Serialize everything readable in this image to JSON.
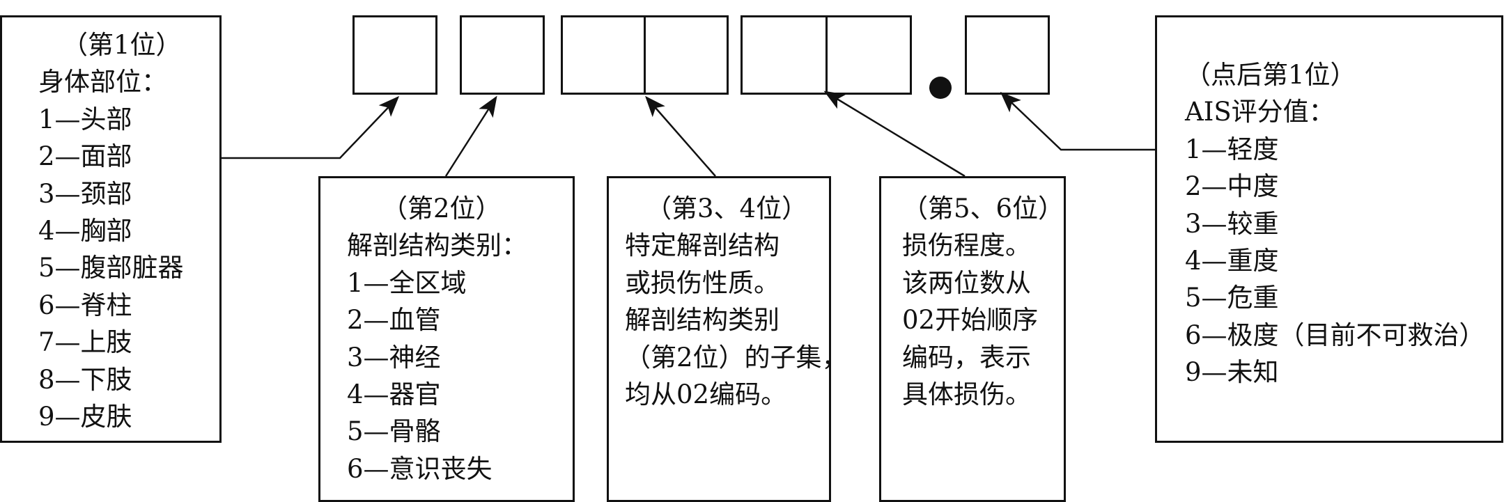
{
  "digits": {
    "pos1": {
      "heading": "（第1位）",
      "title": "身体部位：",
      "items": [
        "1—头部",
        "2—面部",
        "3—颈部",
        "4—胸部",
        "5—腹部脏器",
        "6—脊柱",
        "7—上肢",
        "8—下肢",
        "9—皮肤"
      ]
    },
    "pos2": {
      "heading": "（第2位）",
      "title": "解剖结构类别：",
      "items": [
        "1—全区域",
        "2—血管",
        "3—神经",
        "4—器官",
        "5—骨骼",
        "6—意识丧失"
      ]
    },
    "pos34": {
      "heading": "（第3、4位）",
      "lines": [
        "特定解剖结构",
        "或损伤性质。",
        "解剖结构类别",
        "（第2位）的子集，",
        "均从02编码。"
      ]
    },
    "pos56": {
      "heading": "（第5、6位）",
      "lines": [
        "损伤程度。",
        "该两位数从",
        "02开始顺序",
        "编码，表示",
        "具体损伤。"
      ]
    },
    "after_dot": {
      "heading": "（点后第1位）",
      "title": "AIS评分值：",
      "items": [
        "1—轻度",
        "2—中度",
        "3—较重",
        "4—重度",
        "5—危重",
        "6—极度（目前不可救治）",
        "9—未知"
      ]
    }
  }
}
